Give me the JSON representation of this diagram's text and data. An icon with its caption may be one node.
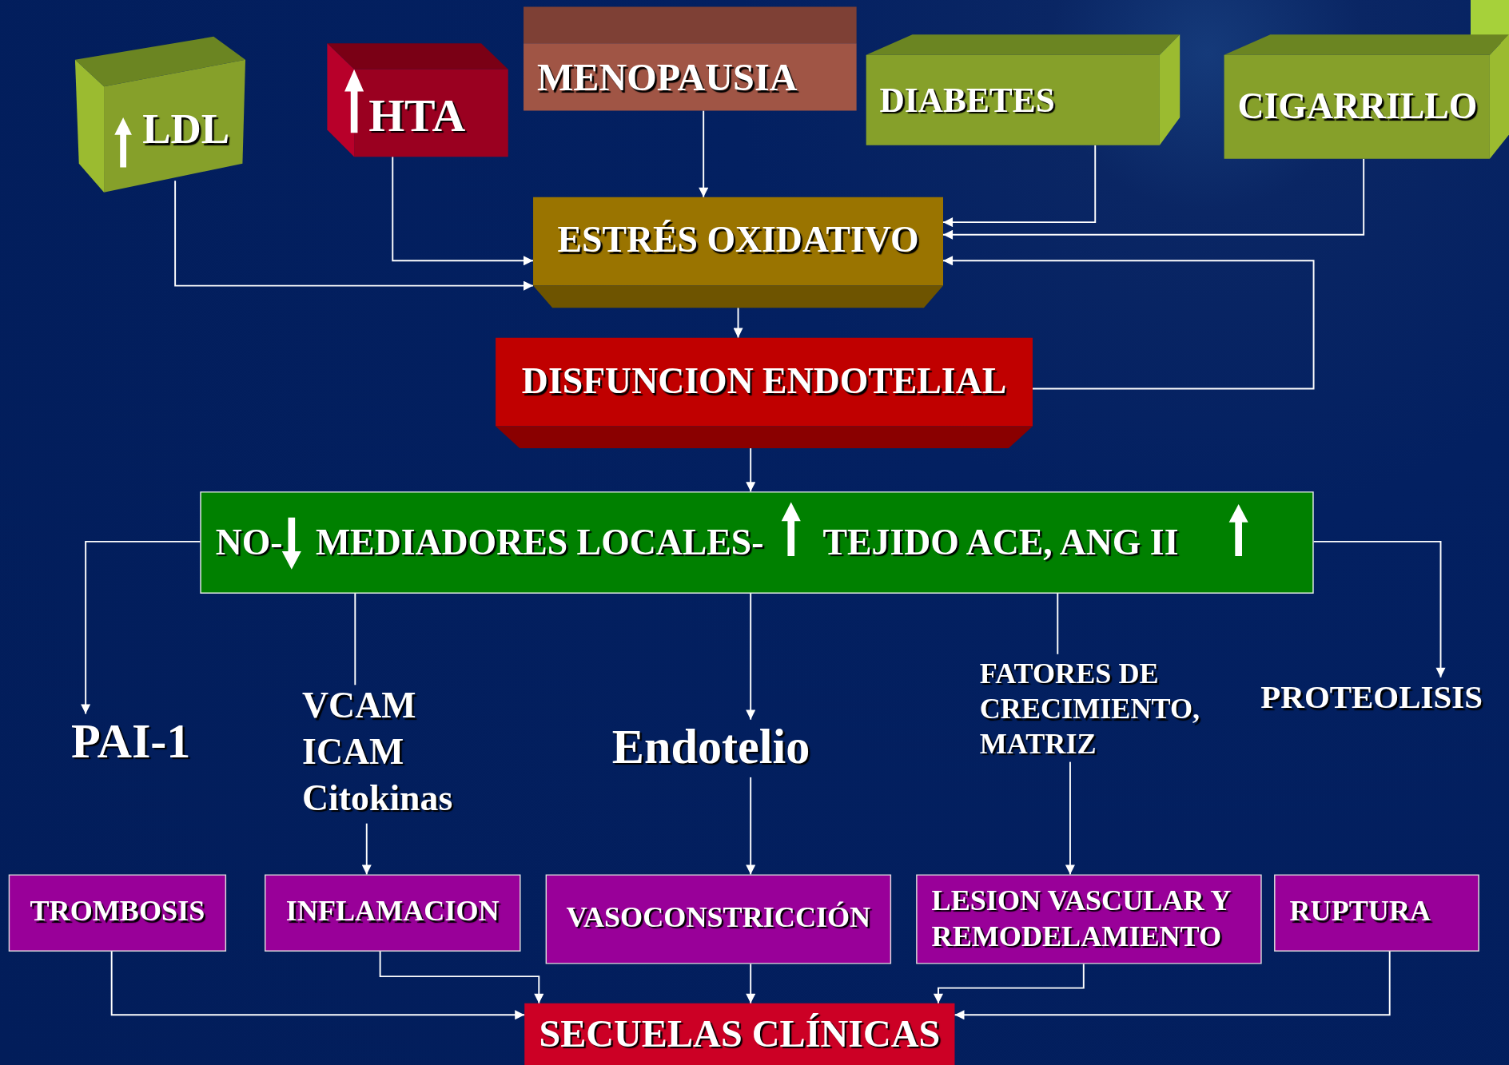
{
  "diagram": {
    "nodes": [
      {
        "text": [
          "LDL"
        ]
      },
      {
        "text": [
          "HTA"
        ]
      },
      {
        "text": [
          "MENOPAUSIA"
        ]
      },
      {
        "text": [
          "DIABETES"
        ]
      },
      {
        "text": [
          "CIGARRILLO"
        ]
      },
      {
        "text": [
          "ESTRÉS OXIDATIVO"
        ]
      },
      {
        "text": [
          "DISFUNCION ENDOTELIAL"
        ]
      },
      {
        "text": [
          "NO-",
          "MEDIADORES LOCALES-",
          "TEJIDO ACE, ANG II"
        ]
      },
      {
        "text": [
          "PAI-1"
        ]
      },
      {
        "text": [
          "VCAM",
          "ICAM",
          "Citokinas"
        ]
      },
      {
        "text": [
          "Endotelio"
        ]
      },
      {
        "text": [
          "FATORES DE CRECIMIENTO, MATRIZ"
        ]
      },
      {
        "text": [
          "PROTEOLISIS"
        ]
      },
      {
        "text": [
          "TROMBOSIS"
        ]
      },
      {
        "text": [
          "INFLAMACION"
        ]
      },
      {
        "text": [
          "VASOCONSTRICCIÓN"
        ]
      },
      {
        "text": [
          "LESION VASCULAR Y REMODELAMIENTO"
        ]
      },
      {
        "text": [
          "RUPTURA"
        ]
      },
      {
        "text": [
          "SECUELAS CLÍNICAS"
        ]
      }
    ],
    "edges": [
      {
        "from": 0,
        "to": 5,
        "arrow": "to"
      },
      {
        "from": 1,
        "to": 5,
        "arrow": "to"
      },
      {
        "from": 2,
        "to": 5,
        "arrow": "to"
      },
      {
        "from": 3,
        "to": 5,
        "arrow": "to"
      },
      {
        "from": 4,
        "to": 5,
        "arrow": "to"
      },
      {
        "from": 6,
        "to": 5,
        "arrow": "to"
      },
      {
        "from": 5,
        "to": 6,
        "arrow": "to"
      },
      {
        "from": 6,
        "to": 7,
        "arrow": "to"
      },
      {
        "from": 7,
        "to": 8,
        "arrow": "to"
      },
      {
        "from": 7,
        "to": 9,
        "arrow": "none"
      },
      {
        "from": 7,
        "to": 10,
        "arrow": "to"
      },
      {
        "from": 7,
        "to": 11,
        "arrow": "none"
      },
      {
        "from": 7,
        "to": 12,
        "arrow": "to"
      },
      {
        "from": 9,
        "to": 14,
        "arrow": "to"
      },
      {
        "from": 10,
        "to": 15,
        "arrow": "to"
      },
      {
        "from": 11,
        "to": 16,
        "arrow": "to"
      },
      {
        "from": 13,
        "to": 18,
        "arrow": "to"
      },
      {
        "from": 14,
        "to": 18,
        "arrow": "to"
      },
      {
        "from": 15,
        "to": 18,
        "arrow": "to"
      },
      {
        "from": 16,
        "to": 18,
        "arrow": "to"
      },
      {
        "from": 17,
        "to": 18,
        "arrow": "to"
      }
    ]
  }
}
